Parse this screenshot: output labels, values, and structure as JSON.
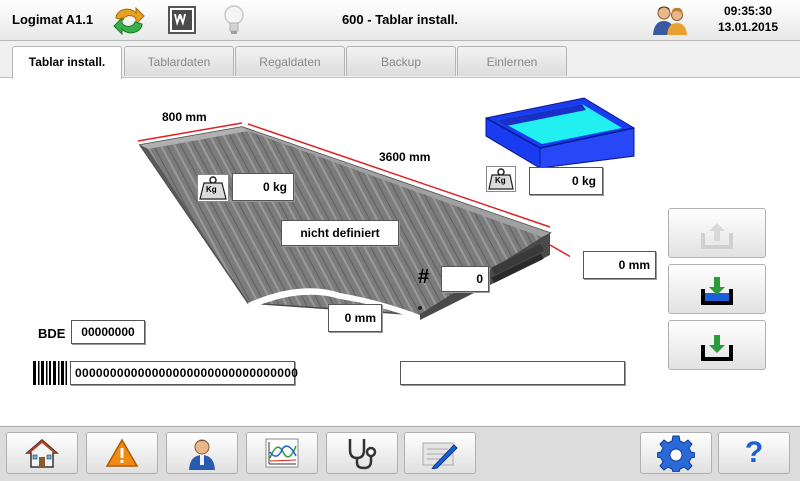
{
  "header": {
    "app_title": "Logimat A1.1",
    "page_title": "600 - Tablar install.",
    "time": "09:35:30",
    "date": "13.01.2015"
  },
  "tabs": [
    {
      "label": "Tablar install.",
      "active": true
    },
    {
      "label": "Tablardaten",
      "active": false
    },
    {
      "label": "Regaldaten",
      "active": false
    },
    {
      "label": "Backup",
      "active": false
    },
    {
      "label": "Einlernen",
      "active": false
    }
  ],
  "tray": {
    "width_label": "800 mm",
    "length_label": "3600 mm",
    "weight_value": "0 kg",
    "weight_icon_text": "Kg",
    "status": "nicht definiert",
    "number_symbol": "#",
    "number_value": "0",
    "height_value": "0 mm",
    "offset_value": "0 mm"
  },
  "container": {
    "weight_value": "0 kg",
    "weight_icon_text": "Kg"
  },
  "bde": {
    "label": "BDE",
    "value": "00000000"
  },
  "barcode": {
    "value": "00000000000000000000000000000000",
    "text_field": ""
  },
  "colors": {
    "container_blue": "#1a3cf0",
    "container_cyan": "#22f0f0",
    "dimension_line": "#e02020",
    "accent_green": "#2a9a3a",
    "accent_blue": "#1a5fd8"
  },
  "side_buttons": [
    {
      "icon": "tray-up-icon",
      "enabled": false
    },
    {
      "icon": "tray-store-icon",
      "enabled": true
    },
    {
      "icon": "tray-down-icon",
      "enabled": true
    }
  ],
  "footer": {
    "buttons": [
      "home-icon",
      "warning-icon",
      "user-icon",
      "chart-icon",
      "stethoscope-icon",
      "settings-edit-icon"
    ],
    "right_buttons": [
      "gear-icon",
      "help-icon"
    ],
    "help_glyph": "?"
  }
}
